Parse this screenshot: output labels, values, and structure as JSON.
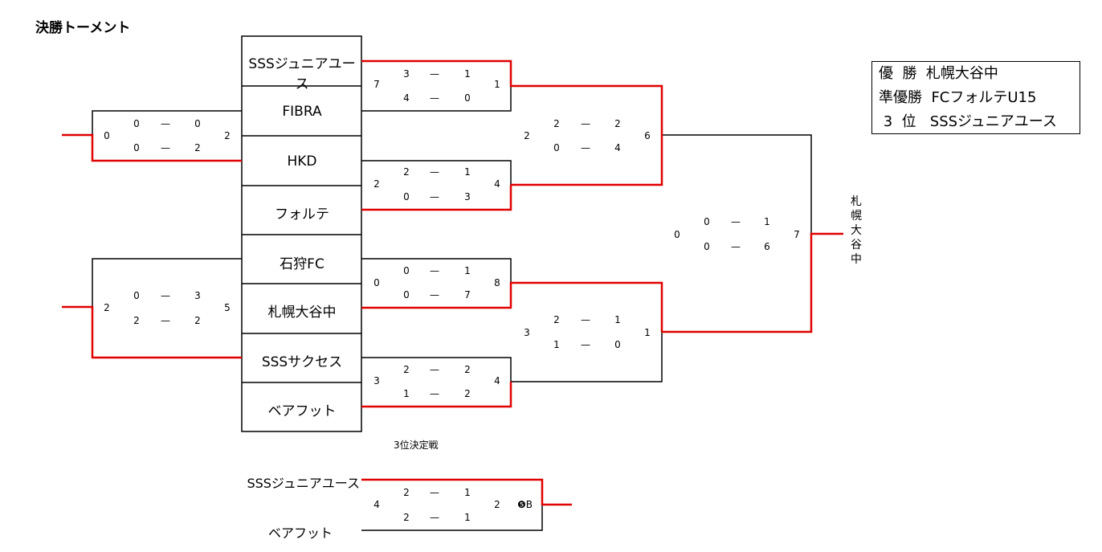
{
  "title": "決勝トーメント",
  "teams": [
    "SSSジュニアユース",
    "FIBRA",
    "HKD",
    "フォルテ",
    "石狩FC",
    "札幌大谷中",
    "SSSサクセス",
    "ベアフット"
  ],
  "matches": {
    "r1_1": {
      "left": "7",
      "right": "1",
      "s1": [
        "3",
        "1"
      ],
      "s2": [
        "4",
        "0"
      ]
    },
    "r1_2": {
      "left": "2",
      "right": "4",
      "s1": [
        "2",
        "1"
      ],
      "s2": [
        "0",
        "3"
      ]
    },
    "r1_3": {
      "left": "0",
      "right": "8",
      "s1": [
        "0",
        "1"
      ],
      "s2": [
        "0",
        "7"
      ]
    },
    "r1_4": {
      "left": "3",
      "right": "4",
      "s1": [
        "2",
        "2"
      ],
      "s2": [
        "1",
        "2"
      ]
    },
    "left_a": {
      "left": "0",
      "right": "2",
      "s1": [
        "0",
        "0"
      ],
      "s2": [
        "0",
        "2"
      ]
    },
    "left_b": {
      "left": "2",
      "right": "5",
      "s1": [
        "0",
        "3"
      ],
      "s2": [
        "2",
        "2"
      ]
    },
    "sf_1": {
      "left": "2",
      "right": "6",
      "s1": [
        "2",
        "2"
      ],
      "s2": [
        "0",
        "4"
      ]
    },
    "sf_2": {
      "left": "3",
      "right": "1",
      "s1": [
        "2",
        "1"
      ],
      "s2": [
        "1",
        "0"
      ]
    },
    "final": {
      "left": "0",
      "right": "7",
      "s1": [
        "0",
        "1"
      ],
      "s2": [
        "0",
        "6"
      ]
    },
    "third": {
      "left": "4",
      "right": "2",
      "s1": [
        "2",
        "1"
      ],
      "s2": [
        "2",
        "1"
      ]
    }
  },
  "dash": "—",
  "champion_vertical": [
    "札",
    "幌",
    "大",
    "谷",
    "中"
  ],
  "results": [
    "優  勝  札幌大谷中",
    "準優勝  FCフォルテU15",
    " 3  位   SSSジュニアユース"
  ],
  "third_place": {
    "title": "3位決定戦",
    "team_top": "SSSジュニアユース",
    "team_bottom": "ベアフット",
    "marker": "❺B"
  },
  "colors": {
    "win_line": "#e00000",
    "line": "#000000"
  }
}
